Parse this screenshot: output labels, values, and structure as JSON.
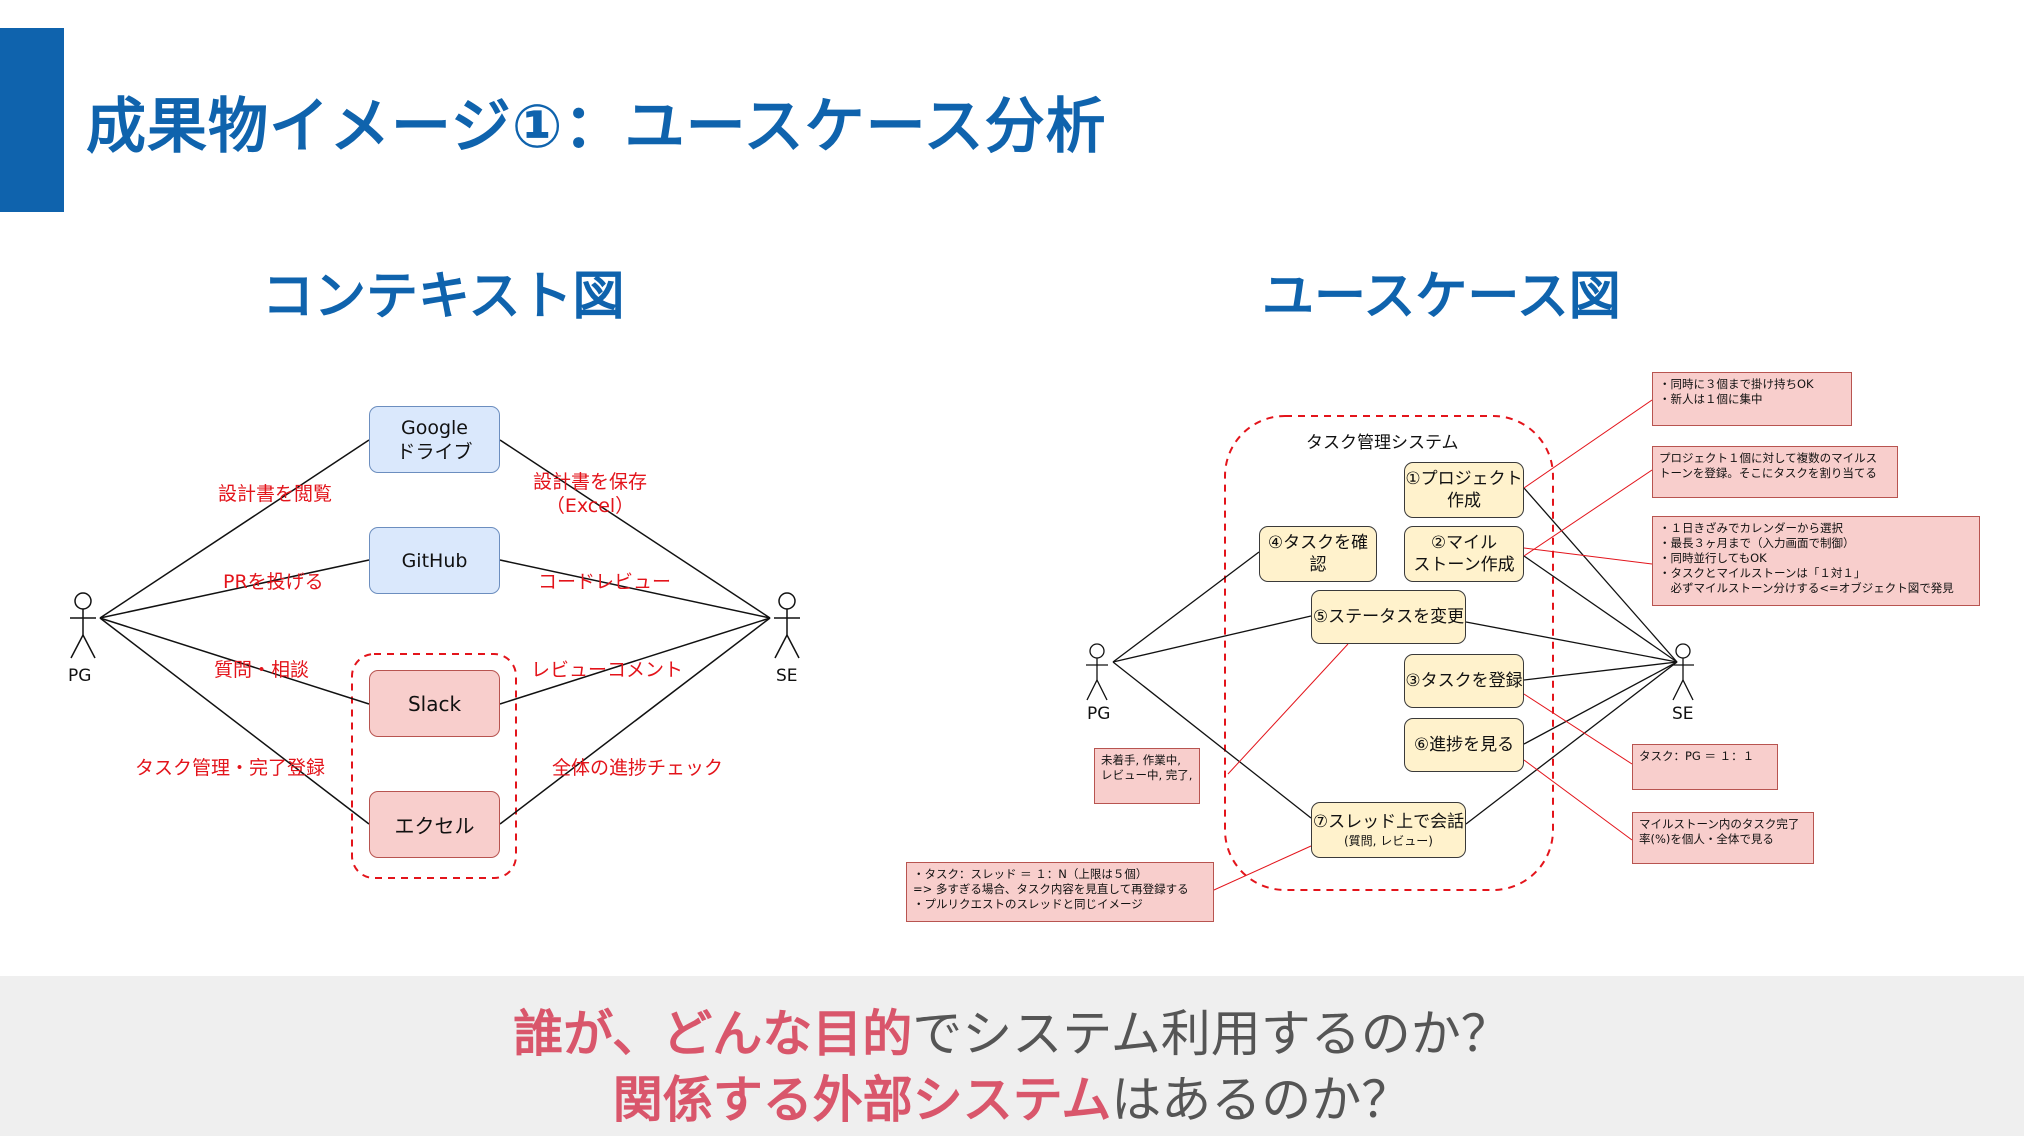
{
  "slide": {
    "title": "成果物イメージ①：ユースケース分析",
    "context_heading": "コンテキスト図",
    "usecase_heading": "ユースケース図"
  },
  "context": {
    "actor_left": "PG",
    "actor_right": "SE",
    "systems": {
      "google": "Google\nドライブ",
      "github": "GitHub",
      "slack": "Slack",
      "excel": "エクセル"
    },
    "labels": {
      "view_design": "設計書を閲覧",
      "save_design": "設計書を保存\n（Excel）",
      "pr": "PRを投げる",
      "code_review": "コードレビュー",
      "question": "質問・相談",
      "review_comment": "レビューコメント",
      "task_mgmt": "タスク管理・完了登録",
      "progress_check": "全体の進捗チェック"
    }
  },
  "usecase": {
    "system_label": "タスク管理システム",
    "actor_left": "PG",
    "actor_right": "SE",
    "cases": {
      "uc1": "①プロジェクト\n作成",
      "uc2": "②マイル\nストーン作成",
      "uc3": "③タスクを登録",
      "uc4": "④タスクを確認",
      "uc5": "⑤ステータスを変更",
      "uc6": "⑥進捗を見る",
      "uc7": "⑦スレッド上で会話",
      "uc7_sub": "(質問, レビュー)"
    },
    "notes": {
      "n1": "・同時に３個まで掛け持ちOK\n・新人は１個に集中",
      "n2": "プロジェクト１個に対して複数のマイルス\nトーンを登録。そこにタスクを割り当てる",
      "n3": "・１日きざみでカレンダーから選択\n・最長３ヶ月まで（入力画面で制御）\n・同時並行してもOK\n・タスクとマイルストーンは「１対１」\n　必ずマイルストーン分けする<=オブジェクト図で発見",
      "n4": "未着手, 作業中,\nレビュー中, 完了,",
      "n5": "タスク：PG ＝ １：１",
      "n6": "マイルストーン内のタスク完了\n率(%)を個人・全体で見る",
      "n7": "・タスク：スレッド ＝ １：N（上限は５個）\n=> 多すぎる場合、タスク内容を見直して再登録する\n・プルリクエストのスレッドと同じイメージ"
    }
  },
  "bottom": {
    "line1_hl1": "誰が、",
    "line1_hl2": "どんな目的",
    "line1_rest": "でシステム利用するのか？",
    "line2_hl": "関係する外部システム",
    "line2_rest": "はあるのか？"
  },
  "colors": {
    "accent": "#0f63ad",
    "label_red": "#e3141b",
    "highlight": "#d9566b",
    "blue_fill": "#dae8fc",
    "red_fill": "#f8cecc",
    "yellow_fill": "#fff2cc"
  }
}
